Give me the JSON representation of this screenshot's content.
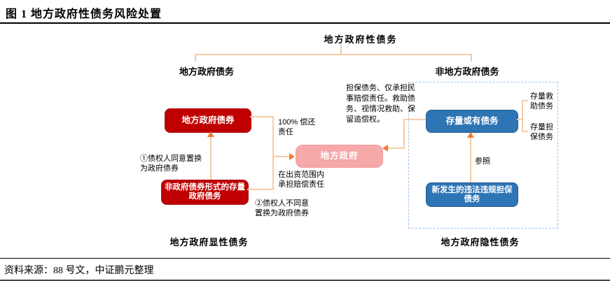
{
  "header": {
    "title": "图 1  地方政府性债务风险处置"
  },
  "footer": {
    "source": "资料来源：88 号文，中证鹏元整理"
  },
  "diagram": {
    "root_label": "地方政府性债务",
    "branch_left": "地方政府债务",
    "branch_right": "非地方政府债务",
    "boxes": {
      "gov_bonds": "地方政府债券",
      "non_bond_stock": "非政府债券形式的存量\n政府债务",
      "local_gov": "地方政府",
      "stock_contingent": "存量或有债务",
      "new_illegal_guarantee": "新发生的违法违规担保\n债务"
    },
    "annotations": {
      "swap_agree": "①债权人同意置换\n为政府债券",
      "swap_disagree": "②债权人不同意\n置换为政府债券",
      "full_repayment": "100% 偿还\n责任",
      "compensation_scope": "在出资范围内\n承担赔偿责任",
      "guarantee_note": "担保债务、仅承担民\n事赔偿责任。救助债\n务、视情况救助、保\n留追偿权。",
      "reference": "参照",
      "stock_rescue": "存量救\n助债务",
      "stock_guarantee": "存量担\n保债务"
    },
    "bottom_labels": {
      "explicit": "地方政府显性债务",
      "implicit": "地方政府隐性债务"
    },
    "colors": {
      "dark_red_box": "#C00000",
      "pink_box": "#F7A8A8",
      "blue_box": "#2E75B6",
      "connector_line": "#F6CBA6",
      "arrow": "#ED7D31",
      "dashed_border": "#9DC3E6"
    }
  }
}
